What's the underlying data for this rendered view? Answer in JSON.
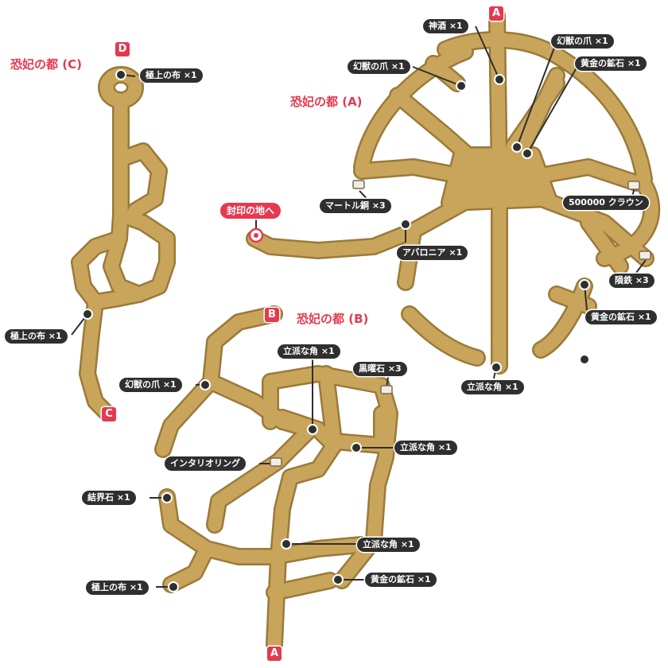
{
  "colors": {
    "path": "#c9a55b",
    "path_edge": "#9a7a3a",
    "label_bg": "#2f2f2f",
    "accent": "#e43a4f"
  },
  "maps": {
    "a": {
      "title": "恐妃の都 (A)"
    },
    "b": {
      "title": "恐妃の都 (B)"
    },
    "c": {
      "title": "恐妃の都 (C)"
    }
  },
  "exit_label": "封印の地へ",
  "markers": {
    "a_top": "A",
    "a_bottom": "A",
    "b": "B",
    "c": "C",
    "d": "D"
  },
  "items": [
    {
      "name": "神酒 ×1",
      "icon": "item-dot"
    },
    {
      "name": "幻獣の爪 ×1",
      "icon": "item-dot"
    },
    {
      "name": "幻獣の爪 ×1",
      "icon": "item-dot"
    },
    {
      "name": "黄金の鉱石 ×1",
      "icon": "item-dot"
    },
    {
      "name": "マートル銅 ×3",
      "icon": "treasure-chest"
    },
    {
      "name": "500000 クラウン",
      "icon": "treasure-chest"
    },
    {
      "name": "アバロニア ×1",
      "icon": "item-dot"
    },
    {
      "name": "隕鉄 ×3",
      "icon": "treasure-chest"
    },
    {
      "name": "黄金の鉱石 ×1",
      "icon": "item-dot"
    },
    {
      "name": "立派な角 ×1",
      "icon": "item-dot"
    },
    {
      "name": "極上の布 ×1",
      "icon": "item-dot"
    },
    {
      "name": "極上の布 ×1",
      "icon": "item-dot"
    },
    {
      "name": "立派な角 ×1",
      "icon": "item-dot"
    },
    {
      "name": "黒曜石 ×3",
      "icon": "treasure-chest"
    },
    {
      "name": "幻獣の爪 ×1",
      "icon": "item-dot"
    },
    {
      "name": "立派な角 ×1",
      "icon": "item-dot"
    },
    {
      "name": "インタリオリング",
      "icon": "treasure-chest"
    },
    {
      "name": "結界石 ×1",
      "icon": "item-dot"
    },
    {
      "name": "立派な角 ×1",
      "icon": "item-dot"
    },
    {
      "name": "極上の布 ×1",
      "icon": "item-dot"
    },
    {
      "name": "黄金の鉱石 ×1",
      "icon": "item-dot"
    }
  ]
}
